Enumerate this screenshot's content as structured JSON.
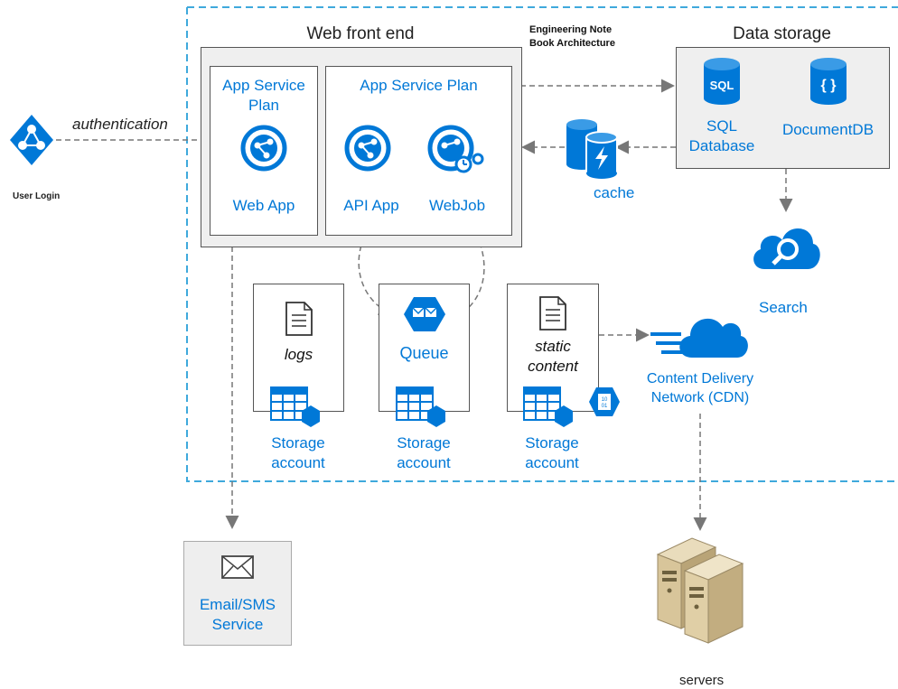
{
  "note": {
    "line1": "Engineering Note",
    "line2": "Book  Architecture"
  },
  "user": {
    "label": "User Login",
    "auth": "authentication"
  },
  "frontend": {
    "title": "Web front end",
    "plan1": {
      "title1": "App Service",
      "title2": "Plan",
      "app": "Web App"
    },
    "plan2": {
      "title": "App Service Plan",
      "api": "API App",
      "webjob": "WebJob"
    }
  },
  "datastore": {
    "title": "Data storage",
    "sql": {
      "line1": "SQL",
      "line2": "Database",
      "badge": "SQL"
    },
    "docdb": {
      "label": "DocumentDB",
      "badge": "{ }"
    }
  },
  "cache": "cache",
  "search": "Search",
  "storage": [
    {
      "title": "logs",
      "label1": "Storage",
      "label2": "account"
    },
    {
      "title": "Queue",
      "label1": "Storage",
      "label2": "account"
    },
    {
      "title1": "static",
      "title2": "content",
      "label1": "Storage",
      "label2": "account",
      "blob_badge": "10 01"
    }
  ],
  "cdn": {
    "line1": "Content Delivery",
    "line2": "Network (CDN)"
  },
  "email": {
    "line1": "Email/SMS",
    "line2": "Service"
  },
  "servers": "servers",
  "colors": {
    "accent": "#0078d7",
    "dashed_border": "#3fa9dc",
    "connector": "#777777"
  }
}
